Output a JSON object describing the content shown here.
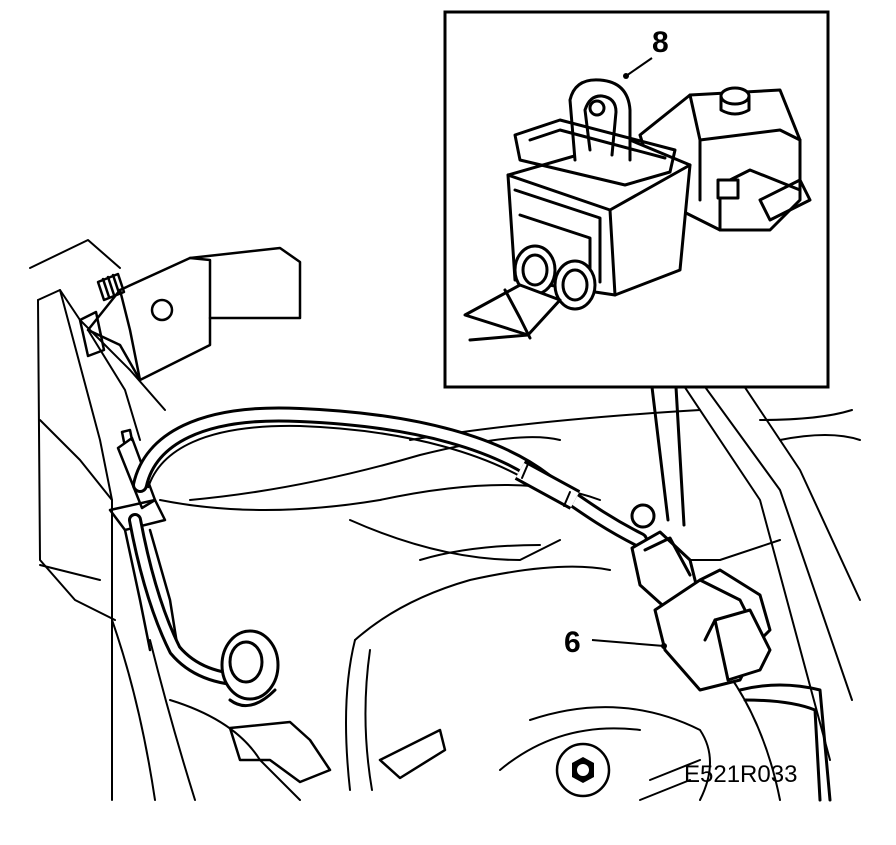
{
  "callouts": {
    "detail_label": "8",
    "connector_label": "6"
  },
  "figure_id": "E521R033",
  "colors": {
    "ink": "#000000",
    "paper": "#ffffff"
  }
}
